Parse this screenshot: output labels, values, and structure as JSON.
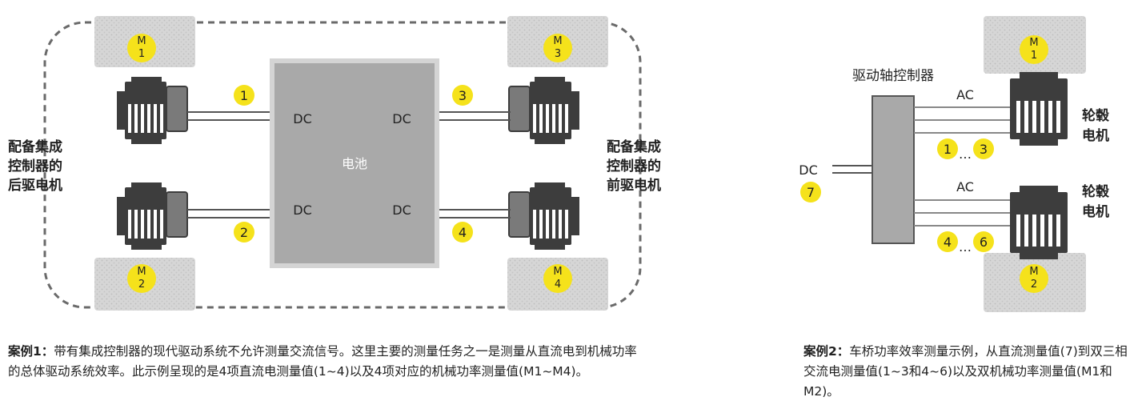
{
  "case1": {
    "wheels": [
      {
        "line1": "M",
        "line2": "1"
      },
      {
        "line1": "M",
        "line2": "3"
      },
      {
        "line1": "M",
        "line2": "2"
      },
      {
        "line1": "M",
        "line2": "4"
      }
    ],
    "markers": [
      "1",
      "2",
      "3",
      "4"
    ],
    "battery_label": "电池",
    "dc_labels": [
      "DC",
      "DC",
      "DC",
      "DC"
    ],
    "left_label": [
      "配备集成",
      "控制器的",
      "后驱电机"
    ],
    "right_label": [
      "配备集成",
      "控制器的",
      "前驱电机"
    ]
  },
  "case2": {
    "controller_label": "驱动轴控制器",
    "ac_labels": [
      "AC",
      "AC"
    ],
    "dc_label": "DC",
    "marker_dc": "7",
    "marker_range1": [
      "1",
      "3"
    ],
    "marker_range2": [
      "4",
      "6"
    ],
    "ellipsis": "…",
    "motor_labels": [
      {
        "line1": "轮毂",
        "line2": "电机"
      },
      {
        "line1": "轮毂",
        "line2": "电机"
      }
    ],
    "wheels": [
      {
        "line1": "M",
        "line2": "1"
      },
      {
        "line1": "M",
        "line2": "2"
      }
    ]
  },
  "captions": {
    "case1_title": "案例1：",
    "case1_text": "带有集成控制器的现代驱动系统不允许测量交流信号。这里主要的测量任务之一是测量从直流电到机械功率的总体驱动系统效率。此示例呈现的是4项直流电测量值(1~4)以及4项对应的机械功率测量值(M1~M4)。",
    "case2_title": "案例2：",
    "case2_text": "车桥功率效率测量示例，从直流测量值(7)到双三相交流电测量值(1~3和4~6)以及双机械功率测量值(M1和M2)。"
  },
  "colors": {
    "marker": "#f5e21b",
    "motor": "#3d3d3d",
    "battery": "#a9a9a9",
    "dashed_outline": "#6a6a6a"
  }
}
